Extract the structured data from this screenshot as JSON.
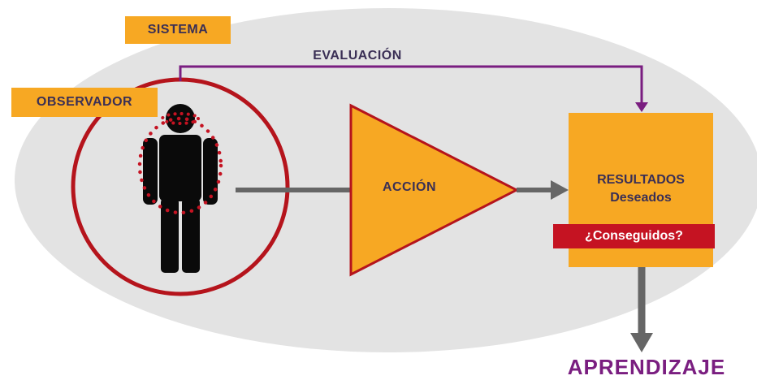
{
  "system_label": "SISTEMA",
  "observer_label": "OBSERVADOR",
  "evaluation_label": "EVALUACIÓN",
  "action_label": "ACCIÓN",
  "results": {
    "title": "RESULTADOS",
    "subtitle": "Deseados",
    "question": "¿Conseguidos?"
  },
  "learning_label": "APRENDIZAJE",
  "colors": {
    "ellipse": "#e3e3e3",
    "orange": "#f7a823",
    "dark_red": "#b5141c",
    "purple": "#7a1e80",
    "text_dark": "#3a2f55",
    "arrow_gray": "#666666",
    "figure": "#0a0a0a"
  },
  "icons": {
    "observer": "person-icon"
  }
}
